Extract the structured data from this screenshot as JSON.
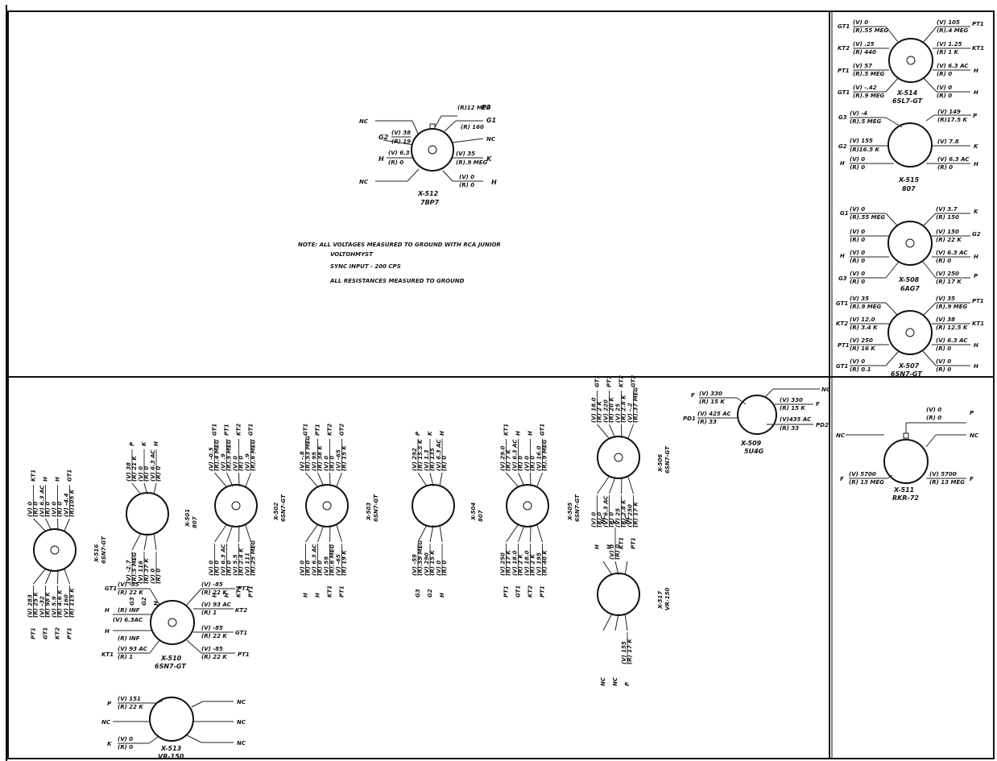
{
  "note": {
    "line1": "NOTE: ALL VOLTAGES MEASURED TO GROUND WITH RCA JUNIOR",
    "line2": "VOLTOHMYST",
    "line3": "SYNC INPUT - 200 CPS",
    "line4": "ALL RESISTANCES MEASURED TO GROUND"
  },
  "sockets": {
    "x512": {
      "name": "X-512",
      "tube": "7BP7",
      "pins": [
        "1",
        "2",
        "3",
        "4",
        "5",
        "6",
        "7",
        "8"
      ],
      "labels": [
        {
          "sig": "P2",
          "v": "",
          "r": "(R)12 MEG"
        },
        {
          "sig": "G1",
          "v": "",
          "r": "(R) 160"
        },
        {
          "sig": "NC",
          "v": "",
          "r": ""
        },
        {
          "sig": "K",
          "v": "(V) 35",
          "r": "(R).9 MEG"
        },
        {
          "sig": "H",
          "v": "(V) 0",
          "r": "(R) 0"
        },
        {
          "sig": "NC",
          "v": "",
          "r": ""
        },
        {
          "sig": "G2",
          "v": "(V) 38",
          "r": "(R) 19 K"
        },
        {
          "sig": "NC",
          "v": "",
          "r": ""
        },
        {
          "sig": "H",
          "v": "(V) 6.3 AC",
          "r": "(R) 0"
        }
      ]
    },
    "x514": {
      "name": "X-514",
      "tube": "6SL7-GT",
      "pins": [
        "1",
        "2",
        "3",
        "4",
        "5",
        "6",
        "7",
        "8"
      ],
      "labels": [
        {
          "sig": "GT1",
          "v": "(V) 0",
          "r": "(R).55 MEG"
        },
        {
          "sig": "KT2",
          "v": "(V) .25",
          "r": "(R) 440"
        },
        {
          "sig": "PT1",
          "v": "(V) 57",
          "r": "(R).5 MEG"
        },
        {
          "sig": "GT1",
          "v": "(V) -.42",
          "r": "(R).9 MEG"
        },
        {
          "sig": "PT1",
          "v": "(V) 105",
          "r": "(R).4 MEG"
        },
        {
          "sig": "KT1",
          "v": "(V) 1.25",
          "r": "(R) 1 K"
        },
        {
          "sig": "H",
          "v": "(V) 6.3 AC",
          "r": "(R) 0"
        },
        {
          "sig": "H",
          "v": "(V) 0",
          "r": "(R) 0"
        }
      ]
    },
    "x515": {
      "name": "X-515",
      "tube": "807",
      "pins": [
        "1",
        "2",
        "3",
        "4",
        "5"
      ],
      "labels": [
        {
          "sig": "G3",
          "v": "(V) -4",
          "r": "(R).5 MEG"
        },
        {
          "sig": "G2",
          "v": "(V) 155",
          "r": "(R)16.5 K"
        },
        {
          "sig": "H",
          "v": "(V) 0",
          "r": "(R) 0"
        },
        {
          "sig": "P",
          "v": "(V) 149",
          "r": "(R)17.5 K"
        },
        {
          "sig": "K",
          "v": "(V) 7.8",
          "r": ""
        },
        {
          "sig": "H",
          "v": "(V) 6.3 AC",
          "r": "(R) 0"
        }
      ]
    },
    "x508": {
      "name": "X-508",
      "tube": "6AG7",
      "pins": [
        "1",
        "2",
        "3",
        "4",
        "5",
        "6",
        "7",
        "8"
      ],
      "labels": [
        {
          "sig": "G1",
          "v": "(V) 0",
          "r": "(R).55 MEG"
        },
        {
          "sig": "",
          "v": "(V) 0",
          "r": "(R) 0"
        },
        {
          "sig": "H",
          "v": "(V) 0",
          "r": "(R) 0"
        },
        {
          "sig": "G3",
          "v": "(V) 0",
          "r": "(R) 0"
        },
        {
          "sig": "K",
          "v": "(V) 3.7",
          "r": "(R) 150"
        },
        {
          "sig": "G2",
          "v": "(V) 150",
          "r": "(R) 22 K"
        },
        {
          "sig": "H",
          "v": "(V) 6.3 AC",
          "r": "(R) 0"
        },
        {
          "sig": "P",
          "v": "(V) 250",
          "r": "(R) 17 K"
        }
      ]
    },
    "x507": {
      "name": "X-507",
      "tube": "6SN7-GT",
      "pins": [
        "1",
        "2",
        "3",
        "4",
        "5",
        "6",
        "7",
        "8"
      ],
      "labels": [
        {
          "sig": "GT1",
          "v": "(V) 35",
          "r": "(R).9 MEG"
        },
        {
          "sig": "KT2",
          "v": "(V) 12.0",
          "r": "(R) 3.4 K"
        },
        {
          "sig": "PT1",
          "v": "(V) 250",
          "r": "(R) 16 K"
        },
        {
          "sig": "GT1",
          "v": "(V) 0",
          "r": "(R) 0.1"
        },
        {
          "sig": "PT1",
          "v": "(V) 35",
          "r": "(R).9 MEG"
        },
        {
          "sig": "KT1",
          "v": "(V) 38",
          "r": "(R) 12.5 K"
        },
        {
          "sig": "H",
          "v": "(V) 6.3 AC",
          "r": "(R) 0"
        },
        {
          "sig": "H",
          "v": "(V) 0",
          "r": "(R) 0"
        }
      ]
    },
    "x509": {
      "name": "X-509",
      "tube": "5U4G",
      "pins": [
        "2",
        "4",
        "6",
        "8"
      ],
      "labels": [
        {
          "sig": "F",
          "v": "(V) 330",
          "r": "(R) 15 K"
        },
        {
          "sig": "PD1",
          "v": "(V) 425 AC",
          "r": "(R) 33"
        },
        {
          "sig": "NC",
          "v": "",
          "r": ""
        },
        {
          "sig": "F",
          "v": "(V) 330",
          "r": "(R) 15 K"
        },
        {
          "sig": "PD2",
          "v": "(V)435 AC",
          "r": "(R) 33"
        }
      ]
    },
    "x511": {
      "name": "X-511",
      "tube": "RKR-72",
      "pins": [
        "1",
        "2",
        "3",
        "4"
      ],
      "labels": [
        {
          "sig": "P",
          "v": "(V) 0",
          "r": "(R) 0"
        },
        {
          "sig": "NC",
          "v": "",
          "r": ""
        },
        {
          "sig": "NC",
          "v": "",
          "r": ""
        },
        {
          "sig": "F",
          "v": "(V) 5700",
          "r": "(R) 13 MEG"
        },
        {
          "sig": "F",
          "v": "(V) 5700",
          "r": "(R) 13 MEG"
        }
      ]
    },
    "x516": {
      "name": "X-516",
      "tube": "6SN7-GT",
      "pins": [
        "1",
        "2",
        "3",
        "4",
        "5",
        "6",
        "7",
        "8"
      ],
      "top": [
        {
          "sig": "KT1",
          "v": "(V) 0",
          "r": "(R) 0"
        },
        {
          "sig": "H",
          "v": "(V) 6.3 AC",
          "r": "(R) 0"
        },
        {
          "sig": "H",
          "v": "(V) 0",
          "r": "(R) 0"
        },
        {
          "sig": "GT1",
          "v": "(V) -4.4",
          "r": "(R)105 K"
        }
      ],
      "bottom": [
        {
          "sig": "PT1",
          "v": "(V) 283",
          "r": "(R) 25 K"
        },
        {
          "sig": "GT1",
          "v": "(V) -32",
          "r": "(R) 98 K"
        },
        {
          "sig": "KT2",
          "v": "(V) 5.9",
          "r": "(R) 4.6 K"
        },
        {
          "sig": "PT1",
          "v": "(V) 160",
          "r": "(R) 115 K"
        }
      ]
    },
    "x501": {
      "name": "X-501",
      "tube": "807",
      "pins": [
        "1",
        "2",
        "3",
        "4",
        "5"
      ],
      "top": [
        {
          "sig": "P",
          "v": "(V) 38",
          "r": "(R) 21 K"
        },
        {
          "sig": "K",
          "v": "(V) 0",
          "r": "(R) 0"
        },
        {
          "sig": "H",
          "v": "(V) 6.3 AC",
          "r": "(R) 0"
        }
      ],
      "bottom": [
        {
          "sig": "G3",
          "v": "(V) -2.7",
          "r": "(R).5 MEG"
        },
        {
          "sig": "G2",
          "v": "(V) 116",
          "r": "(R) 37 K"
        },
        {
          "sig": "H",
          "v": "(V) 0",
          "r": "(R) 0"
        }
      ]
    },
    "x502": {
      "name": "X-502",
      "tube": "6SN7-GT",
      "pins": [
        "1",
        "2",
        "3",
        "4",
        "5",
        "6",
        "7",
        "8"
      ],
      "top": [
        {
          "sig": "GT1",
          "v": "(V) -0.5",
          "r": "(R).4 MEG"
        },
        {
          "sig": "PT1",
          "v": "(V) .9",
          "r": "(R).5 MEG"
        },
        {
          "sig": "KT2",
          "v": "(V) 0",
          "r": "(R) 0"
        },
        {
          "sig": "GT1",
          "v": "(V) .9",
          "r": "(R).6 MEG"
        }
      ],
      "bottom": [
        {
          "sig": "H",
          "v": "(V) 0",
          "r": "(R) 0"
        },
        {
          "sig": "H",
          "v": "(V) 6.3 AC",
          "r": "(R) 0"
        },
        {
          "sig": "KT1",
          "v": "(V) 5.5",
          "r": "(R) 2.4 K"
        },
        {
          "sig": "PT1",
          "v": "(V) 111",
          "r": "(R).25 MEG"
        }
      ]
    },
    "x503": {
      "name": "X-503",
      "tube": "6SN7-GT",
      "pins": [
        "1",
        "2",
        "3",
        "4",
        "5",
        "6",
        "7",
        "8"
      ],
      "top": [
        {
          "sig": "GT1",
          "v": "(V) -.8",
          "r": "(R).53 MEG"
        },
        {
          "sig": "PT1",
          "v": "(V) 95",
          "r": "(R) 38 K"
        },
        {
          "sig": "KT2",
          "v": "(V) 0",
          "r": "(R) 0"
        },
        {
          "sig": "GT2",
          "v": "(V) -65",
          "r": "(R) 15 K"
        }
      ],
      "bottom": [
        {
          "sig": "H",
          "v": "(V) 0",
          "r": "(R) 0"
        },
        {
          "sig": "H",
          "v": "(V) 6.3 AC",
          "r": "(R) 0"
        },
        {
          "sig": "KT1",
          "v": "(V) 59",
          "r": "(R).6 MEG"
        },
        {
          "sig": "PT1",
          "v": "(V) -65",
          "r": "(R) 19 K"
        }
      ]
    },
    "x504": {
      "name": "X-504",
      "tube": "807",
      "pins": [
        "1",
        "2",
        "3",
        "4",
        "5"
      ],
      "top": [
        {
          "sig": "P",
          "v": "(V) 292",
          "r": "(R) 15.5 K"
        },
        {
          "sig": "K",
          "v": "(V) 1.3",
          "r": "(R) 135"
        },
        {
          "sig": "H",
          "v": "(V) 6.3 AC",
          "r": "(R) 0"
        }
      ],
      "bottom": [
        {
          "sig": "G3",
          "v": "(V) -59",
          "r": "(R).59 MEG"
        },
        {
          "sig": "G2",
          "v": "(V) 290",
          "r": "(R) 15 K"
        },
        {
          "sig": "H",
          "v": "(V) 0",
          "r": "(R) 0"
        }
      ]
    },
    "x505": {
      "name": "X-505",
      "tube": "6SN7-GT",
      "pins": [
        "1",
        "2",
        "3",
        "4",
        "5",
        "6",
        "7",
        "8"
      ],
      "top": [
        {
          "sig": "KT1",
          "v": "(V) 29.0",
          "r": "(R) 7 K"
        },
        {
          "sig": "H",
          "v": "(V) 6.3 AC",
          "r": "(R) 0"
        },
        {
          "sig": "H",
          "v": "(V) 0",
          "r": "(R) 0"
        },
        {
          "sig": "GT1",
          "v": "(V) 16.0",
          "r": "(R).9 MEG"
        }
      ],
      "bottom": [
        {
          "sig": "PT1",
          "v": "(V) 250",
          "r": "(R) 17 K"
        },
        {
          "sig": "GT1",
          "v": "(V) 18.0",
          "r": "(R) 2 K"
        },
        {
          "sig": "KT2",
          "v": "(V) 18.0",
          "r": "(R) 2 K"
        },
        {
          "sig": "PT1",
          "v": "(V) 195",
          "r": "(R) 40 K"
        }
      ]
    },
    "x506": {
      "name": "X-506",
      "tube": "6SN7-GT",
      "pins": [
        "1",
        "2",
        "3",
        "4",
        "5",
        "6",
        "7",
        "8"
      ],
      "top": [
        {
          "sig": "GT1",
          "v": "(V) 18.0",
          "r": "(R) 2 K"
        },
        {
          "sig": "PT1",
          "v": "(V) 220",
          "r": "(R) 20 K"
        },
        {
          "sig": "KT2",
          "v": "(V) 25",
          "r": "(R) 2.8 K"
        },
        {
          "sig": "GT2",
          "v": "(V) -.2",
          "r": "(R).37 MEG"
        }
      ],
      "bottom": [
        {
          "sig": "H",
          "v": "(V) 0",
          "r": "(R) 0"
        },
        {
          "sig": "H",
          "v": "(V) 6.3 AC",
          "r": "(R) 0"
        },
        {
          "sig": "KT1",
          "v": "(V) 25",
          "r": "(R) 2.8 K"
        },
        {
          "sig": "PT1",
          "v": "(V) 250",
          "r": "(R) 17 K"
        }
      ]
    },
    "x517": {
      "name": "X-517",
      "tube": "VR-150",
      "pins": [
        "1",
        "2",
        "3",
        "5",
        "7",
        "8"
      ],
      "top": [
        {
          "sig": "NC",
          "v": "",
          "r": ""
        },
        {
          "sig": "K",
          "v": "(V) 0",
          "r": "(R) 0"
        },
        {
          "sig": "NC",
          "v": "",
          "r": ""
        }
      ],
      "bottom": [
        {
          "sig": "NC",
          "v": "",
          "r": ""
        },
        {
          "sig": "NC",
          "v": "",
          "r": ""
        },
        {
          "sig": "P",
          "v": "(V) 155",
          "r": "(R) 17 K"
        }
      ]
    },
    "x510": {
      "name": "X-510",
      "tube": "6SN7-GT",
      "pins": [
        "1",
        "2",
        "3",
        "4",
        "5",
        "6",
        "7",
        "8"
      ],
      "labels": [
        {
          "sig": "GT1",
          "v": "(V) -85",
          "r": "(R) 22 K"
        },
        {
          "sig": "H",
          "v": "(R) INF",
          "r": "(V) 6.3AC"
        },
        {
          "sig": "H",
          "v": "",
          "r": "(R) INF"
        },
        {
          "sig": "KT1",
          "v": "(V) 93 AC",
          "r": "(R) 1"
        },
        {
          "sig": "PT1",
          "v": "(V) -85",
          "r": "(R) 22 K"
        },
        {
          "sig": "KT2",
          "v": "(V) 93 AC",
          "r": "(R) 1"
        },
        {
          "sig": "GT1",
          "v": "(V) -85",
          "r": "(R) 22 K"
        },
        {
          "sig": "PT1",
          "v": "(V) -85",
          "r": "(R) 22 K"
        }
      ]
    },
    "x513": {
      "name": "X-513",
      "tube": "VR-150",
      "pins": [
        "1",
        "2",
        "3",
        "5",
        "7",
        "8"
      ],
      "labels": [
        {
          "sig": "P",
          "v": "(V) 151",
          "r": "(R) 22 K"
        },
        {
          "sig": "NC",
          "v": "",
          "r": ""
        },
        {
          "sig": "K",
          "v": "(V) 0",
          "r": "(R) 0"
        },
        {
          "sig": "NC",
          "v": "",
          "r": ""
        },
        {
          "sig": "NC",
          "v": "",
          "r": ""
        },
        {
          "sig": "NC",
          "v": "",
          "r": ""
        }
      ]
    }
  }
}
